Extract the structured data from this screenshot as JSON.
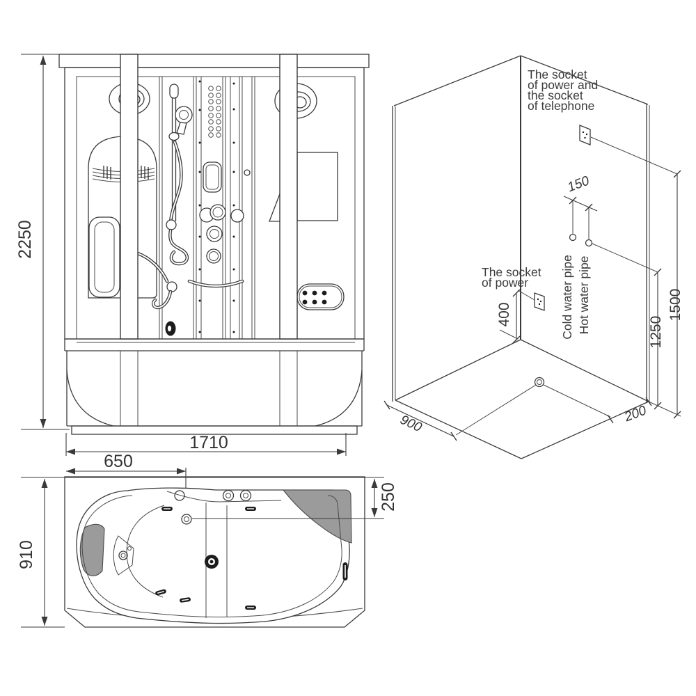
{
  "drawing": {
    "front_view": {
      "height_dim": "2250",
      "width_dim": "1710",
      "partial_width_dim": "650"
    },
    "top_view": {
      "depth_dim": "910",
      "drain_offset_dim": "250"
    },
    "iso_view": {
      "labels": {
        "socket_power_telephone_lines": [
          "The socket",
          "of power and",
          "the socket",
          "of telephone"
        ],
        "socket_power_lines": [
          "The socket",
          "of power"
        ],
        "cold_water_pipe": "Cold water pipe",
        "hot_water_pipe": "Hot water pipe"
      },
      "dims": {
        "pipe_spacing": "150",
        "power_socket_height": "400",
        "pipe_height": "1250",
        "tel_socket_height": "1500",
        "floor_depth": "900",
        "drain_offset": "200"
      }
    },
    "colors": {
      "line": "#3a3a3a",
      "text": "#333333",
      "headrest_fill": "#9b9b9b"
    }
  }
}
